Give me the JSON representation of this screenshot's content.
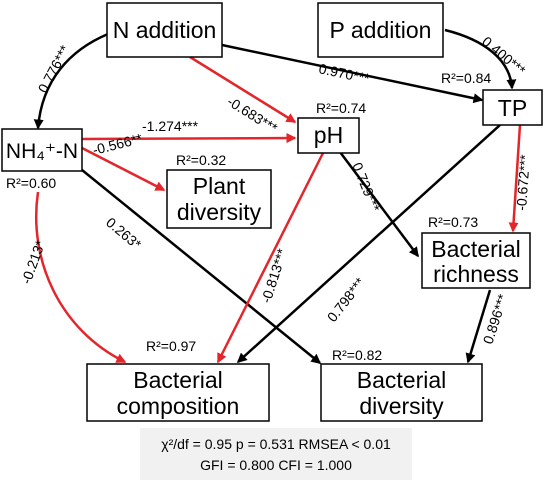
{
  "colors": {
    "positive": "#000000",
    "negative": "#e3262b"
  },
  "nodes": {
    "n_addition": "N addition",
    "p_addition": "P addition",
    "nh4n": "NH₄⁺-N",
    "ph": "pH",
    "tp": "TP",
    "plant_diversity_line1": "Plant",
    "plant_diversity_line2": "diversity",
    "bacterial_richness_line1": "Bacterial",
    "bacterial_richness_line2": "richness",
    "bacterial_composition_line1": "Bacterial",
    "bacterial_composition_line2": "composition",
    "bacterial_diversity_line1": "Bacterial",
    "bacterial_diversity_line2": "diversity"
  },
  "r2": {
    "tp": "R²=0.84",
    "ph": "R²=0.74",
    "nh4n": "R²=0.60",
    "plant_diversity": "R²=0.32",
    "bacterial_richness": "R²=0.73",
    "bacterial_composition": "R²=0.97",
    "bacterial_diversity": "R²=0.82"
  },
  "paths": [
    {
      "from": "N addition",
      "to": "NH₄⁺-N",
      "coefficient": "0.776***",
      "sign": "positive"
    },
    {
      "from": "N addition",
      "to": "TP",
      "coefficient": "0.970***",
      "sign": "positive"
    },
    {
      "from": "N addition",
      "to": "pH",
      "coefficient": "-0.683***",
      "sign": "negative"
    },
    {
      "from": "P addition",
      "to": "TP",
      "coefficient": "0.400***",
      "sign": "positive"
    },
    {
      "from": "NH₄⁺-N",
      "to": "pH",
      "coefficient": "-1.274***",
      "sign": "negative"
    },
    {
      "from": "NH₄⁺-N",
      "to": "Plant diversity",
      "coefficient": "-0.566**",
      "sign": "negative"
    },
    {
      "from": "NH₄⁺-N",
      "to": "Bacterial diversity",
      "coefficient": "0.263*",
      "sign": "positive"
    },
    {
      "from": "NH₄⁺-N",
      "to": "Bacterial composition",
      "coefficient": "-0.213*",
      "sign": "negative"
    },
    {
      "from": "pH",
      "to": "Bacterial richness",
      "coefficient": "0.729***",
      "sign": "positive"
    },
    {
      "from": "pH",
      "to": "Bacterial composition",
      "coefficient": "-0.813***",
      "sign": "negative"
    },
    {
      "from": "TP",
      "to": "Bacterial richness",
      "coefficient": "-0.672***",
      "sign": "negative"
    },
    {
      "from": "TP",
      "to": "Bacterial composition",
      "coefficient": "0.798***",
      "sign": "positive"
    },
    {
      "from": "Bacterial richness",
      "to": "Bacterial diversity",
      "coefficient": "0.896***",
      "sign": "positive"
    }
  ],
  "fit": {
    "line1": "χ²/df = 0.95 p = 0.531 RMSEA < 0.01",
    "line2": "GFI = 0.800 CFI = 1.000"
  }
}
